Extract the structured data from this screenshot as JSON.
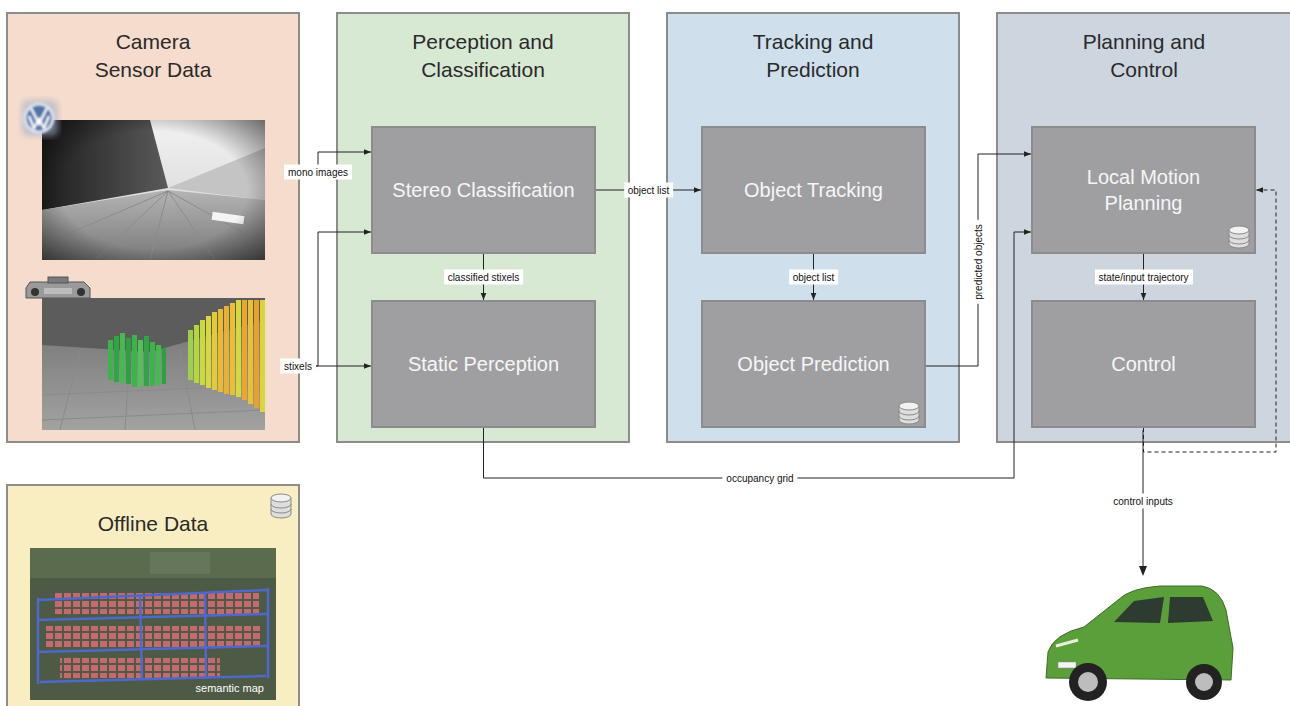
{
  "diagram": {
    "nodes": [
      {
        "text": [
          "Camera Sensor Data"
        ]
      },
      {
        "text": [
          "Perception and Classification"
        ]
      },
      {
        "text": [
          "Stereo Classification"
        ],
        "in": 1
      },
      {
        "text": [
          "Static Perception"
        ],
        "in": 1
      },
      {
        "text": [
          "Tracking and Prediction"
        ]
      },
      {
        "text": [
          "Object Tracking"
        ],
        "in": 4
      },
      {
        "text": [
          "Object Prediction"
        ],
        "in": 4
      },
      {
        "text": [
          "Planning and Control"
        ]
      },
      {
        "text": [
          "Local Motion Planning"
        ],
        "in": 7
      },
      {
        "text": [
          "Control"
        ],
        "in": 7
      },
      {
        "text": [
          "Offline Data"
        ]
      }
    ],
    "edges": [
      {
        "from": 0,
        "to": 2,
        "arrow": "to",
        "label": "mono images"
      },
      {
        "from": 0,
        "to": 3,
        "arrow": "to",
        "label": "stixels"
      },
      {
        "from": 0,
        "to": 2,
        "arrow": "to"
      },
      {
        "from": 2,
        "to": 5,
        "arrow": "to",
        "label": "object list"
      },
      {
        "from": 2,
        "to": 3,
        "arrow": "to",
        "label": "classified stixels"
      },
      {
        "from": 5,
        "to": 6,
        "arrow": "to",
        "label": "object list"
      },
      {
        "from": 6,
        "to": 8,
        "arrow": "to",
        "label": "predicted objects"
      },
      {
        "from": 3,
        "to": 8,
        "arrow": "to",
        "label": "occupancy grid"
      },
      {
        "from": 8,
        "to": 9,
        "arrow": "to",
        "label": "state/input trajectory"
      },
      {
        "from": 9,
        "to": 8,
        "arrow": "to"
      }
    ],
    "labels": [
      "semantic map",
      "control inputs"
    ]
  }
}
